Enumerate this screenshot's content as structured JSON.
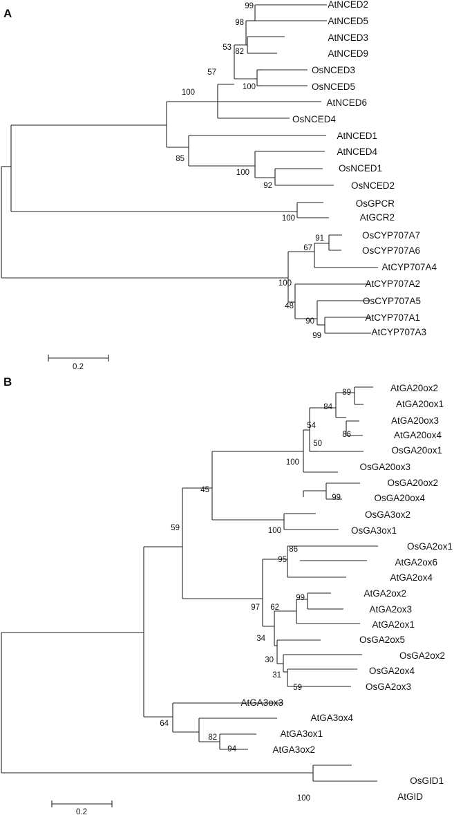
{
  "panels": {
    "a": {
      "label": "A",
      "leaves": [
        "AtNCED2",
        "AtNCED5",
        "AtNCED3",
        "AtNCED9",
        "OsNCED3",
        "OsNCED5",
        "AtNCED6",
        "OsNCED4",
        "AtNCED1",
        "AtNCED4",
        "OsNCED1",
        "OsNCED2",
        "OsGPCR",
        "AtGCR2",
        "OsCYP707A7",
        "OsCYP707A6",
        "AtCYP707A4",
        "AtCYP707A2",
        "OsCYP707A5",
        "AtCYP707A1",
        "AtCYP707A3"
      ],
      "bootstrap": [
        "99",
        "98",
        "82",
        "53",
        "100",
        "57",
        "100",
        "85",
        "100",
        "92",
        "100",
        "91",
        "67",
        "100",
        "48",
        "90",
        "99"
      ],
      "scale_label": "0.2"
    },
    "b": {
      "label": "B",
      "leaves": [
        "AtGA20ox2",
        "AtGA20ox1",
        "AtGA20ox3",
        "AtGA20ox4",
        "OsGA20ox1",
        "OsGA20ox3",
        "OsGA20ox2",
        "OsGA20ox4",
        "OsGA3ox2",
        "OsGA3ox1",
        "OsGA2ox1",
        "AtGA2ox6",
        "AtGA2ox4",
        "AtGA2ox2",
        "AtGA2ox3",
        "AtGA2ox1",
        "OsGA2ox5",
        "OsGA2ox2",
        "OsGA2ox4",
        "OsGA2ox3",
        "AtGA3ox3",
        "AtGA3ox4",
        "AtGA3ox1",
        "AtGA3ox2",
        "OsGID1",
        "AtGID"
      ],
      "bootstrap": [
        "89",
        "84",
        "86",
        "54",
        "50",
        "100",
        "99",
        "45",
        "100",
        "59",
        "86",
        "95",
        "99",
        "62",
        "97",
        "34",
        "30",
        "31",
        "59",
        "64",
        "82",
        "94",
        "100"
      ],
      "scale_label": "0.2"
    }
  }
}
